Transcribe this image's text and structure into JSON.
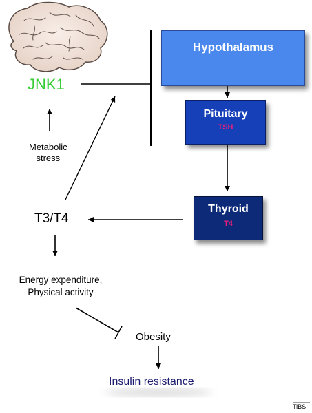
{
  "nodes": {
    "hypothalamus": {
      "label": "Hypothalamus"
    },
    "pituitary": {
      "label": "Pituitary",
      "hormone": "TSH"
    },
    "thyroid": {
      "label": "Thyroid",
      "hormone": "T4"
    },
    "jnk1": {
      "label": "JNK1"
    },
    "metabolic_stress": {
      "line1": "Metabolic",
      "line2": "stress"
    },
    "t3t4": {
      "label": "T3/T4"
    },
    "energy": {
      "line1": "Energy expenditure,",
      "line2": "Physical activity"
    },
    "obesity": {
      "label": "Obesity"
    },
    "insulin_resistance": {
      "label": "Insulin resistance"
    }
  },
  "footer": {
    "journal_mark": "TiBS"
  },
  "colors": {
    "hypothalamus_fill": "#4a88ee",
    "pituitary_fill": "#1540b8",
    "thyroid_fill": "#0c2a78",
    "hormone_text": "#e8207a",
    "jnk1_text": "#33cc33",
    "insulin_text": "#1a1a6e",
    "brain_fill": "#f1e4dc"
  }
}
